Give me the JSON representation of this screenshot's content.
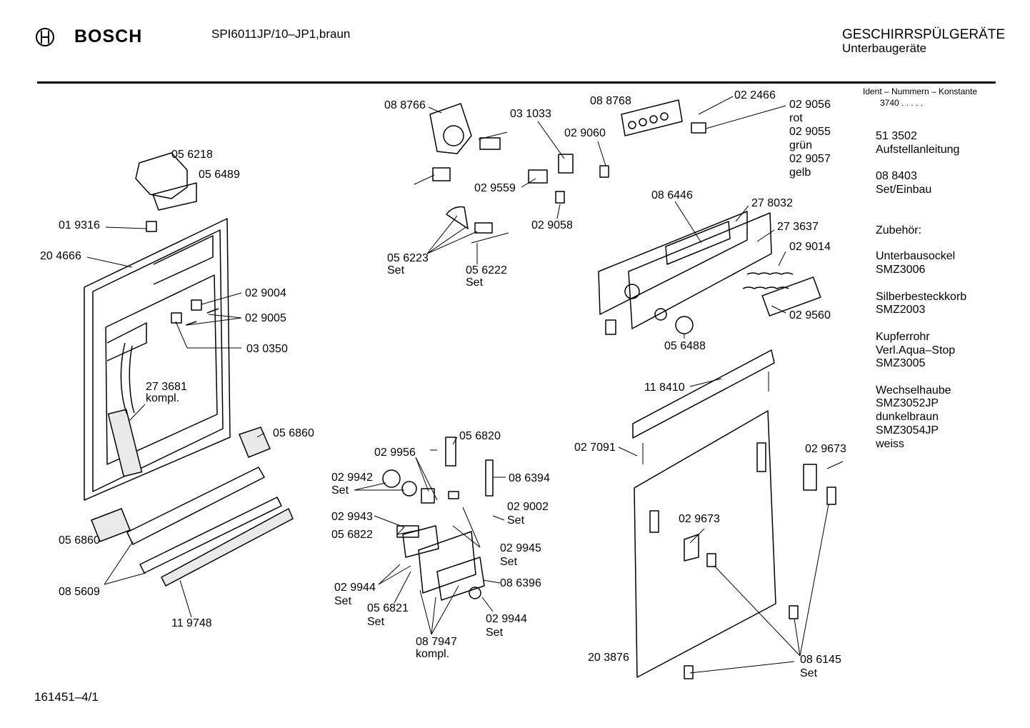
{
  "header": {
    "brand": "BOSCH",
    "model": "SPI6011JP/10–JP1,braun",
    "category_title": "GESCHIRRSPÜLGERÄTE",
    "category_subtitle": "Unterbaugeräte",
    "footer_code": "161451–4/1"
  },
  "sidebar": {
    "ident_title": "Ident – Nummern – Konstante",
    "ident_value": "3740  .  .  .  .  .",
    "entries": [
      {
        "number": "51 3502",
        "text": "Aufstellanleitung"
      },
      {
        "number": "08 8403",
        "text": "Set/Einbau"
      },
      {
        "number": "",
        "text": "Zubehör:"
      },
      {
        "number": "",
        "text": "Unterbausockel"
      },
      {
        "number": "",
        "text": "SMZ3006"
      },
      {
        "number": "",
        "text": "Silberbesteckkorb"
      },
      {
        "number": "",
        "text": "SMZ2003"
      },
      {
        "number": "",
        "text": "Kupferrohr"
      },
      {
        "number": "",
        "text": "Verl.Aqua–Stop"
      },
      {
        "number": "",
        "text": "SMZ3005"
      },
      {
        "number": "",
        "text": "Wechselhaube"
      },
      {
        "number": "",
        "text": "SMZ3052JP"
      },
      {
        "number": "",
        "text": "dunkelbraun"
      },
      {
        "number": "",
        "text": "SMZ3054JP"
      },
      {
        "number": "",
        "text": "weiss"
      }
    ]
  },
  "labels": {
    "p088766": "08 8766",
    "p031033": "03 1033",
    "p088768": "08 8768",
    "p022466": "02 2466",
    "p029056": "02 9056",
    "rot": "rot",
    "p029055": "02 9055",
    "gruen": "grün",
    "p029057": "02 9057",
    "gelb": "gelb",
    "p029060": "02 9060",
    "p056218": "05 6218",
    "p056489": "05 6489",
    "p029559": "02 9559",
    "p029058": "02 9058",
    "p019316": "01 9316",
    "p204666": "20 4666",
    "p056223": "05 6223",
    "set1": "Set",
    "p056222": "05 6222",
    "set2": "Set",
    "p086446": "08 6446",
    "p278032": "27 8032",
    "p273637": "27 3637",
    "p029014": "02 9014",
    "p029004": "02 9004",
    "p029005": "02 9005",
    "p030350": "03 0350",
    "p029560": "02 9560",
    "p056488": "05 6488",
    "p273681": "27 3681",
    "kompl1": "kompl.",
    "p118410": "11 8410",
    "p056860a": "05 6860",
    "p056820": "05 6820",
    "p029956": "02 9956",
    "p027091": "02 7091",
    "p029673a": "02 9673",
    "p086394": "08 6394",
    "p029942": "02 9942",
    "set3": "Set",
    "p029002": "02 9002",
    "set4": "Set",
    "p029943": "02 9943",
    "p029673b": "02 9673",
    "p056822": "05 6822",
    "p056860b": "05 6860",
    "p029945": "02 9945",
    "set5": "Set",
    "p085609": "08 5609",
    "p086396": "08 6396",
    "p029944a": "02 9944",
    "set6": "Set",
    "p056821": "05 6821",
    "set7": "Set",
    "p029944b": "02 9944",
    "set8": "Set",
    "p119748": "11 9748",
    "p087947": "08 7947",
    "kompl2": "kompl.",
    "p203876": "20 3876",
    "p086145": "08 6145",
    "set9": "Set"
  }
}
